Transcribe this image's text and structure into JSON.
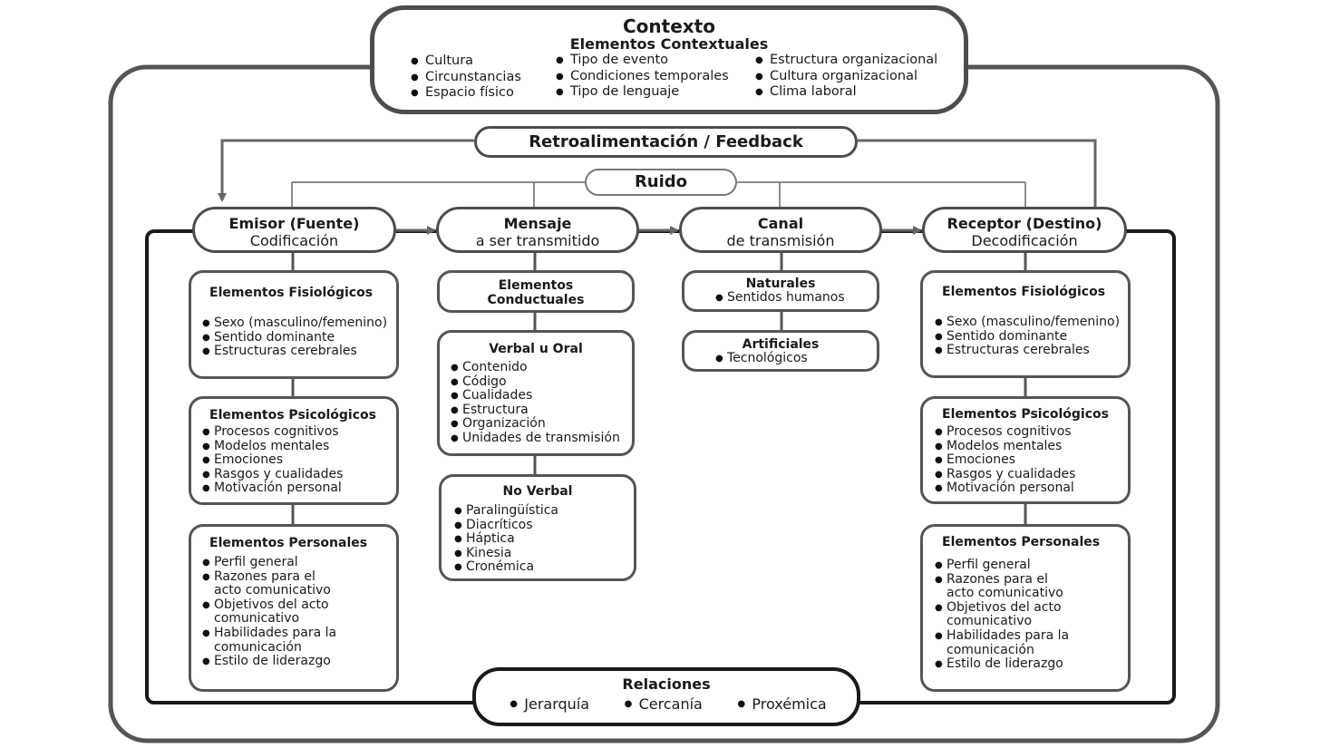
{
  "contexto": {
    "title": "Contexto",
    "subtitle": "Elementos Contextuales",
    "col1": [
      "Cultura",
      "Circunstancias",
      "Espacio físico"
    ],
    "col2": [
      "Tipo de evento",
      "Condiciones temporales",
      "Tipo de lenguaje"
    ],
    "col3": [
      "Estructura organizacional",
      "Cultura organizacional",
      "Clima laboral"
    ]
  },
  "feedback": "Retroalimentación / Feedback",
  "ruido": "Ruido",
  "nodes": {
    "emisor": {
      "title": "Emisor (Fuente)",
      "sub": "Codificación"
    },
    "mensaje": {
      "title": "Mensaje",
      "sub": "a ser transmitido"
    },
    "canal": {
      "title": "Canal",
      "sub": "de transmisión"
    },
    "receptor": {
      "title": "Receptor (Destino)",
      "sub": "Decodificación"
    }
  },
  "emisor": {
    "fisiologicos": {
      "title": "Elementos Fisiológicos",
      "items": [
        "Sexo (masculino/femenino)",
        "Sentido dominante",
        "Estructuras cerebrales"
      ]
    },
    "psicologicos": {
      "title": "Elementos Psicológicos",
      "items": [
        "Procesos cognitivos",
        "Modelos mentales",
        "Emociones",
        "Rasgos y cualidades",
        "Motivación personal"
      ]
    },
    "personales": {
      "title": "Elementos Personales",
      "items": [
        "Perfil general",
        "Razones para el acto comunicativo",
        "Objetivos del acto comunicativo",
        "Habilidades para la comunicación",
        "Estilo de liderazgo"
      ]
    }
  },
  "mensaje": {
    "conductuales": {
      "title": "Elementos Conductuales"
    },
    "verbal": {
      "title": "Verbal u Oral",
      "items": [
        "Contenido",
        "Código",
        "Cualidades",
        "Estructura",
        "Organización",
        "Unidades de transmisión"
      ]
    },
    "noverbal": {
      "title": "No Verbal",
      "items": [
        "Paralingüística",
        "Diacríticos",
        "Háptica",
        "Kinesia",
        "Cronémica"
      ]
    }
  },
  "canal": {
    "naturales": {
      "title": "Naturales",
      "items": [
        "Sentidos humanos"
      ]
    },
    "artificiales": {
      "title": "Artificiales",
      "items": [
        "Tecnológicos"
      ]
    }
  },
  "receptor": {
    "fisiologicos": {
      "title": "Elementos Fisiológicos",
      "items": [
        "Sexo (masculino/femenino)",
        "Sentido dominante",
        "Estructuras cerebrales"
      ]
    },
    "psicologicos": {
      "title": "Elementos Psicológicos",
      "items": [
        "Procesos cognitivos",
        "Modelos mentales",
        "Emociones",
        "Rasgos y cualidades",
        "Motivación personal"
      ]
    },
    "personales": {
      "title": "Elementos Personales",
      "items": [
        "Perfil general",
        "Razones para el acto comunicativo",
        "Objetivos del acto comunicativo",
        "Habilidades para la comunicación",
        "Estilo de liderazgo"
      ]
    }
  },
  "relaciones": {
    "title": "Relaciones",
    "items": [
      "Jerarquía",
      "Cercanía",
      "Proxémica"
    ]
  },
  "colors": {
    "frame": "#555555",
    "inner_frame": "#1a1a1a",
    "connector": "#666666"
  }
}
